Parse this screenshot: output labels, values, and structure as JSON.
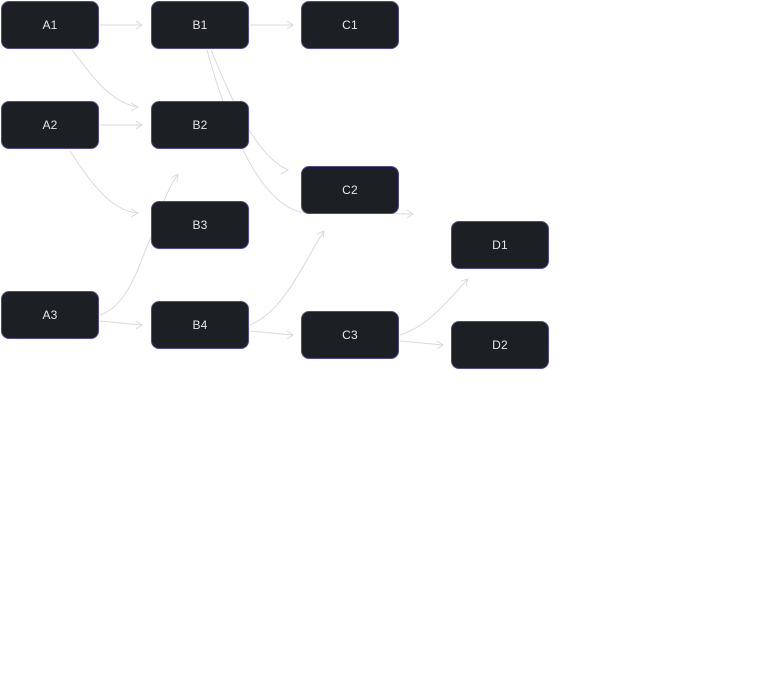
{
  "diagram": {
    "nodes": [
      {
        "id": "A1",
        "label": "A1"
      },
      {
        "id": "A2",
        "label": "A2"
      },
      {
        "id": "A3",
        "label": "A3"
      },
      {
        "id": "B1",
        "label": "B1"
      },
      {
        "id": "B2",
        "label": "B2"
      },
      {
        "id": "B3",
        "label": "B3"
      },
      {
        "id": "B4",
        "label": "B4"
      },
      {
        "id": "C1",
        "label": "C1"
      },
      {
        "id": "C2",
        "label": "C2"
      },
      {
        "id": "C3",
        "label": "C3"
      },
      {
        "id": "D1",
        "label": "D1"
      },
      {
        "id": "D2",
        "label": "D2"
      }
    ],
    "edges": [
      {
        "from": "A1",
        "to": "B1"
      },
      {
        "from": "A1",
        "to": "B2"
      },
      {
        "from": "B1",
        "to": "C1"
      },
      {
        "from": "B1",
        "to": "C2"
      },
      {
        "from": "B1",
        "to": "C2"
      },
      {
        "from": "A2",
        "to": "B2"
      },
      {
        "from": "A2",
        "to": "B3"
      },
      {
        "from": "A3",
        "to": "B2"
      },
      {
        "from": "A3",
        "to": "B4"
      },
      {
        "from": "B4",
        "to": "C2"
      },
      {
        "from": "B4",
        "to": "C3"
      },
      {
        "from": "C3",
        "to": "D1"
      },
      {
        "from": "C3",
        "to": "D2"
      }
    ],
    "colors": {
      "node_fill": "#1c1f24",
      "node_border": "#4f4a92",
      "node_text": "#e6e7ea",
      "edge": "#d9dadd",
      "background": "#ffffff"
    }
  }
}
